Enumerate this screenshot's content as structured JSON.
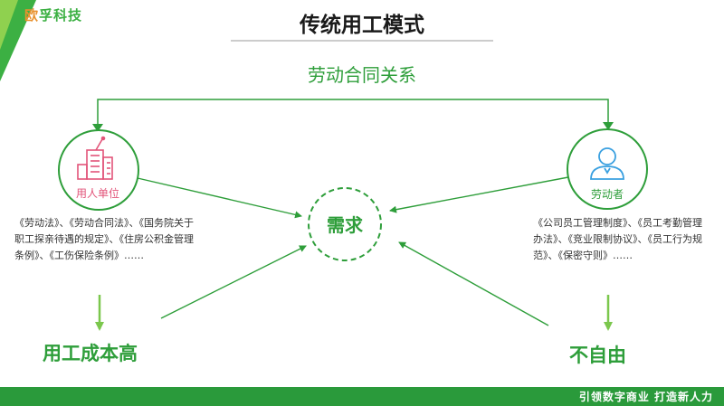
{
  "header": {
    "logo_text_a": "欧",
    "logo_text_b": "孚科技",
    "title": "传统用工模式"
  },
  "diagram": {
    "relation_label": "劳动合同关系",
    "employer": {
      "label": "用人单位",
      "icon": "building-icon"
    },
    "laborer": {
      "label": "劳动者",
      "icon": "person-icon"
    },
    "center": "需求",
    "employer_laws": "《劳动法》、《劳动合同法》、《国务院关于职工探亲待遇的规定》、《住房公积金管理条例》、《工伤保险条例》……",
    "laborer_rules": "《公司员工管理制度》、《员工考勤管理办法》、《竞业限制协议》、《员工行为规范》、《保密守则》……",
    "employer_outcome": "用工成本高",
    "laborer_outcome": "不自由"
  },
  "footer": {
    "slogan": "引领数字商业 打造新人力"
  },
  "colors": {
    "accent": "#2e9e3a",
    "employer_accent": "#e25479",
    "laborer_icon": "#3aa0e0",
    "footer": "#2a9a3b"
  }
}
